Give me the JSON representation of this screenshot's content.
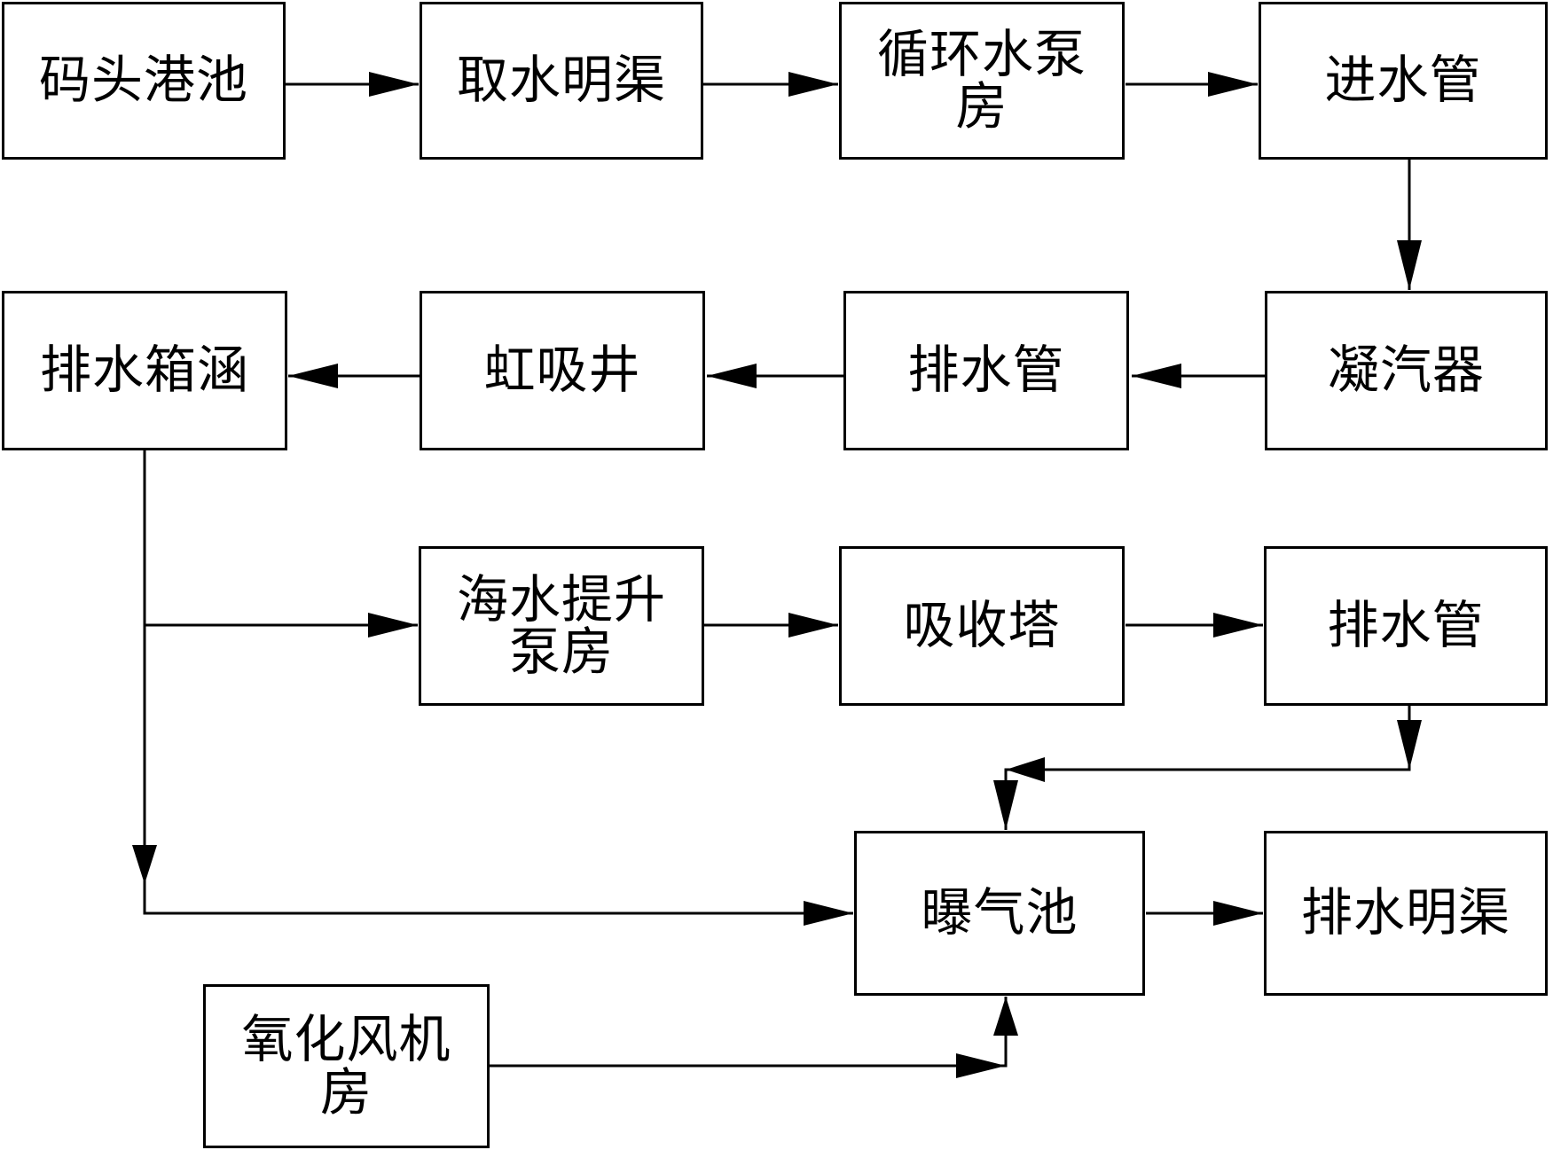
{
  "nodes": {
    "wharf_basin": "码头港池",
    "intake_open_channel": "取水明渠",
    "circulating_pump_house": "循环水泵\n房",
    "inlet_pipe": "进水管",
    "condenser": "凝汽器",
    "drain_pipe_1": "排水管",
    "siphon_well": "虹吸井",
    "drainage_box_culvert": "排水箱涵",
    "seawater_lift_pump_house": "海水提升\n泵房",
    "absorption_tower": "吸收塔",
    "drain_pipe_2": "排水管",
    "aeration_basin": "曝气池",
    "drainage_open_channel": "排水明渠",
    "oxidation_fan_house": "氧化风机\n房"
  }
}
